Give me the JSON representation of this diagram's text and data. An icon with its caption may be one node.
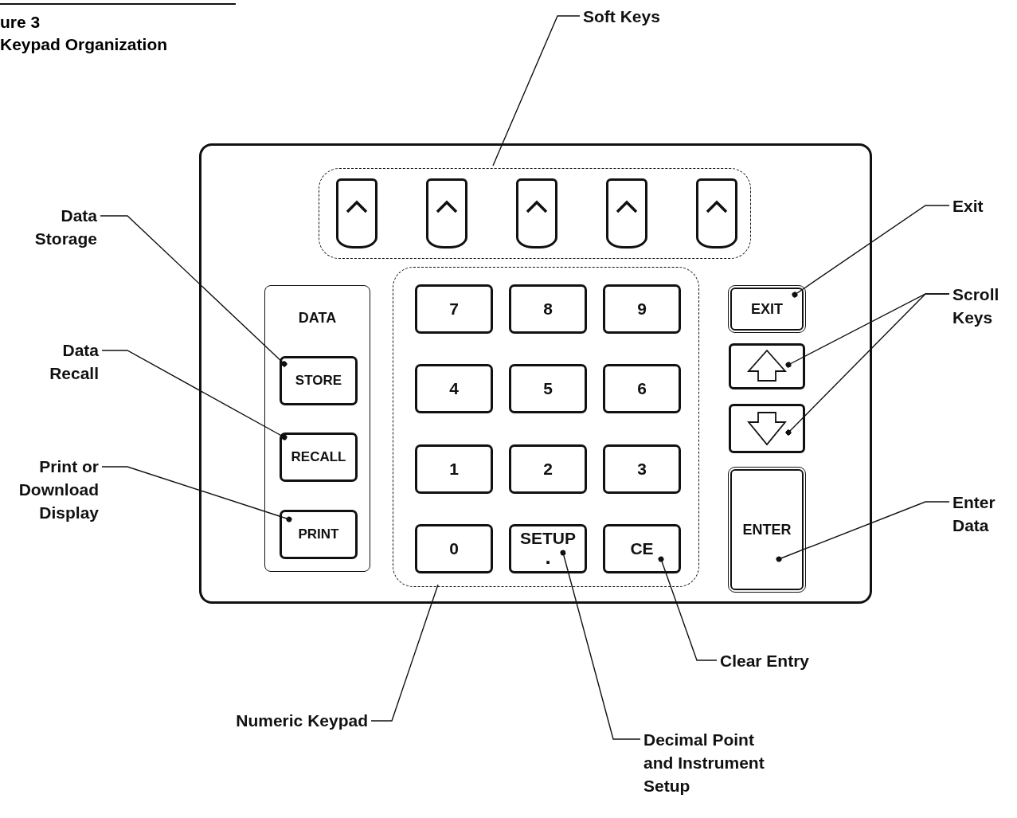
{
  "diagram": {
    "title": "Keypad Organization",
    "nodes": [
      {
        "text": [],
        "shape": "box"
      },
      {
        "text": [],
        "shape": "box",
        "in": 0
      },
      {
        "text": [],
        "shape": "box",
        "in": 1
      },
      {
        "text": [],
        "shape": "box",
        "in": 1
      },
      {
        "text": [],
        "shape": "box",
        "in": 1
      },
      {
        "text": [],
        "shape": "box",
        "in": 1
      },
      {
        "text": [],
        "shape": "box",
        "in": 1
      },
      {
        "text": [
          "DATA"
        ],
        "in": 0
      },
      {
        "text": [
          "STORE"
        ],
        "in": 7
      },
      {
        "text": [
          "RECALL"
        ],
        "in": 7
      },
      {
        "text": [
          "PRINT"
        ],
        "in": 7
      },
      {
        "text": [],
        "shape": "box",
        "in": 0
      },
      {
        "text": [
          "7"
        ],
        "in": 11
      },
      {
        "text": [
          "8"
        ],
        "in": 11
      },
      {
        "text": [
          "9"
        ],
        "in": 11
      },
      {
        "text": [
          "4"
        ],
        "in": 11
      },
      {
        "text": [
          "5"
        ],
        "in": 11
      },
      {
        "text": [
          "6"
        ],
        "in": 11
      },
      {
        "text": [
          "1"
        ],
        "in": 11
      },
      {
        "text": [
          "2"
        ],
        "in": 11
      },
      {
        "text": [
          "3"
        ],
        "in": 11
      },
      {
        "text": [
          "0"
        ],
        "in": 11
      },
      {
        "text": [
          "SETUP",
          "."
        ],
        "in": 11
      },
      {
        "text": [
          "CE"
        ],
        "in": 11
      },
      {
        "text": [
          "EXIT"
        ],
        "in": 0
      },
      {
        "text": [],
        "shape": "box",
        "in": 0
      },
      {
        "text": [],
        "shape": "box",
        "in": 0
      },
      {
        "text": [
          "ENTER"
        ],
        "in": 0
      },
      {
        "text": [
          "Soft Keys"
        ]
      },
      {
        "text": [
          "Data Storage"
        ]
      },
      {
        "text": [
          "Data Recall"
        ]
      },
      {
        "text": [
          "Print or Download Display"
        ]
      },
      {
        "text": [
          "Exit"
        ]
      },
      {
        "text": [
          "Scroll Keys"
        ]
      },
      {
        "text": [
          "Enter Data"
        ]
      },
      {
        "text": [
          "Clear Entry"
        ]
      },
      {
        "text": [
          "Numeric Keypad"
        ]
      },
      {
        "text": [
          "Decimal Point and Instrument Setup"
        ]
      }
    ],
    "edges": [
      {
        "from": 28,
        "to": 1,
        "arrow": "none"
      },
      {
        "from": 29,
        "to": 8,
        "arrow": "other"
      },
      {
        "from": 30,
        "to": 9,
        "arrow": "other"
      },
      {
        "from": 31,
        "to": 10,
        "arrow": "other"
      },
      {
        "from": 32,
        "to": 24,
        "arrow": "other"
      },
      {
        "from": 33,
        "to": 25,
        "arrow": "other"
      },
      {
        "from": 33,
        "to": 26,
        "arrow": "other"
      },
      {
        "from": 34,
        "to": 27,
        "arrow": "other"
      },
      {
        "from": 35,
        "to": 23,
        "arrow": "other"
      },
      {
        "from": 36,
        "to": 11,
        "arrow": "none"
      },
      {
        "from": 37,
        "to": 22,
        "arrow": "other"
      }
    ],
    "labels": [
      "ure 3"
    ]
  }
}
